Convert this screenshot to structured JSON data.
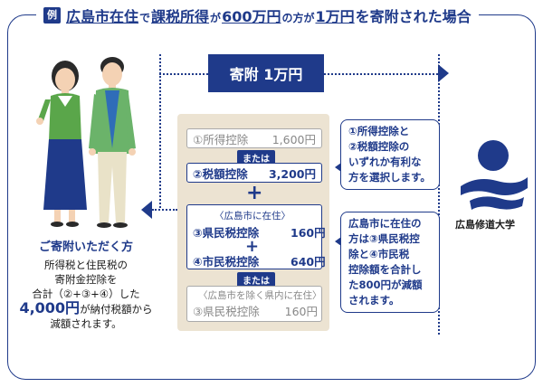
{
  "title": {
    "badge": "例",
    "p1": "広島市在住",
    "p2": "で",
    "p3": "課税所得",
    "p4": "が",
    "p5": "600万円",
    "p6": "の方が",
    "p7": "1万円",
    "p8": "を寄附された場合"
  },
  "donation_label": "寄附 1万円",
  "deductions": {
    "income": {
      "label": "①所得控除",
      "amount": "1,600円"
    },
    "or1": "または",
    "tax_credit": {
      "label": "②税額控除",
      "amount": "3,200円"
    },
    "hiroshima_city_header": "〈広島市に在住〉",
    "pref_tax": {
      "label": "③県民税控除",
      "amount": "160円"
    },
    "city_tax": {
      "label": "④市民税控除",
      "amount": "640円"
    },
    "or2": "または",
    "outside_city_header": "〈広島市を除く県内に在住〉",
    "pref_tax_outside": {
      "label": "③県民税控除",
      "amount": "160円"
    }
  },
  "note_top": [
    "①所得控除と",
    "②税額控除の",
    "いずれか有利な",
    "方を選択します。"
  ],
  "note_bottom": [
    "広島市に在住の",
    "方は③県民税控",
    "除と④市民税",
    "控除額を合計し",
    "た800円が減額",
    "されます。"
  ],
  "left": {
    "title": "ご寄附いただく方",
    "line1": "所得税と住民税の",
    "line2": "寄附金控除を",
    "line3": "合計（②+③+④）した",
    "amount": "4,000円",
    "line4": "が納付税額から",
    "line5": "減額されます。"
  },
  "university": "広島修道大学",
  "colors": {
    "navy": "#1f3a8a",
    "beige": "#ece3d2",
    "green": "#5aa64a",
    "blue_shirt": "#2f6db8"
  }
}
